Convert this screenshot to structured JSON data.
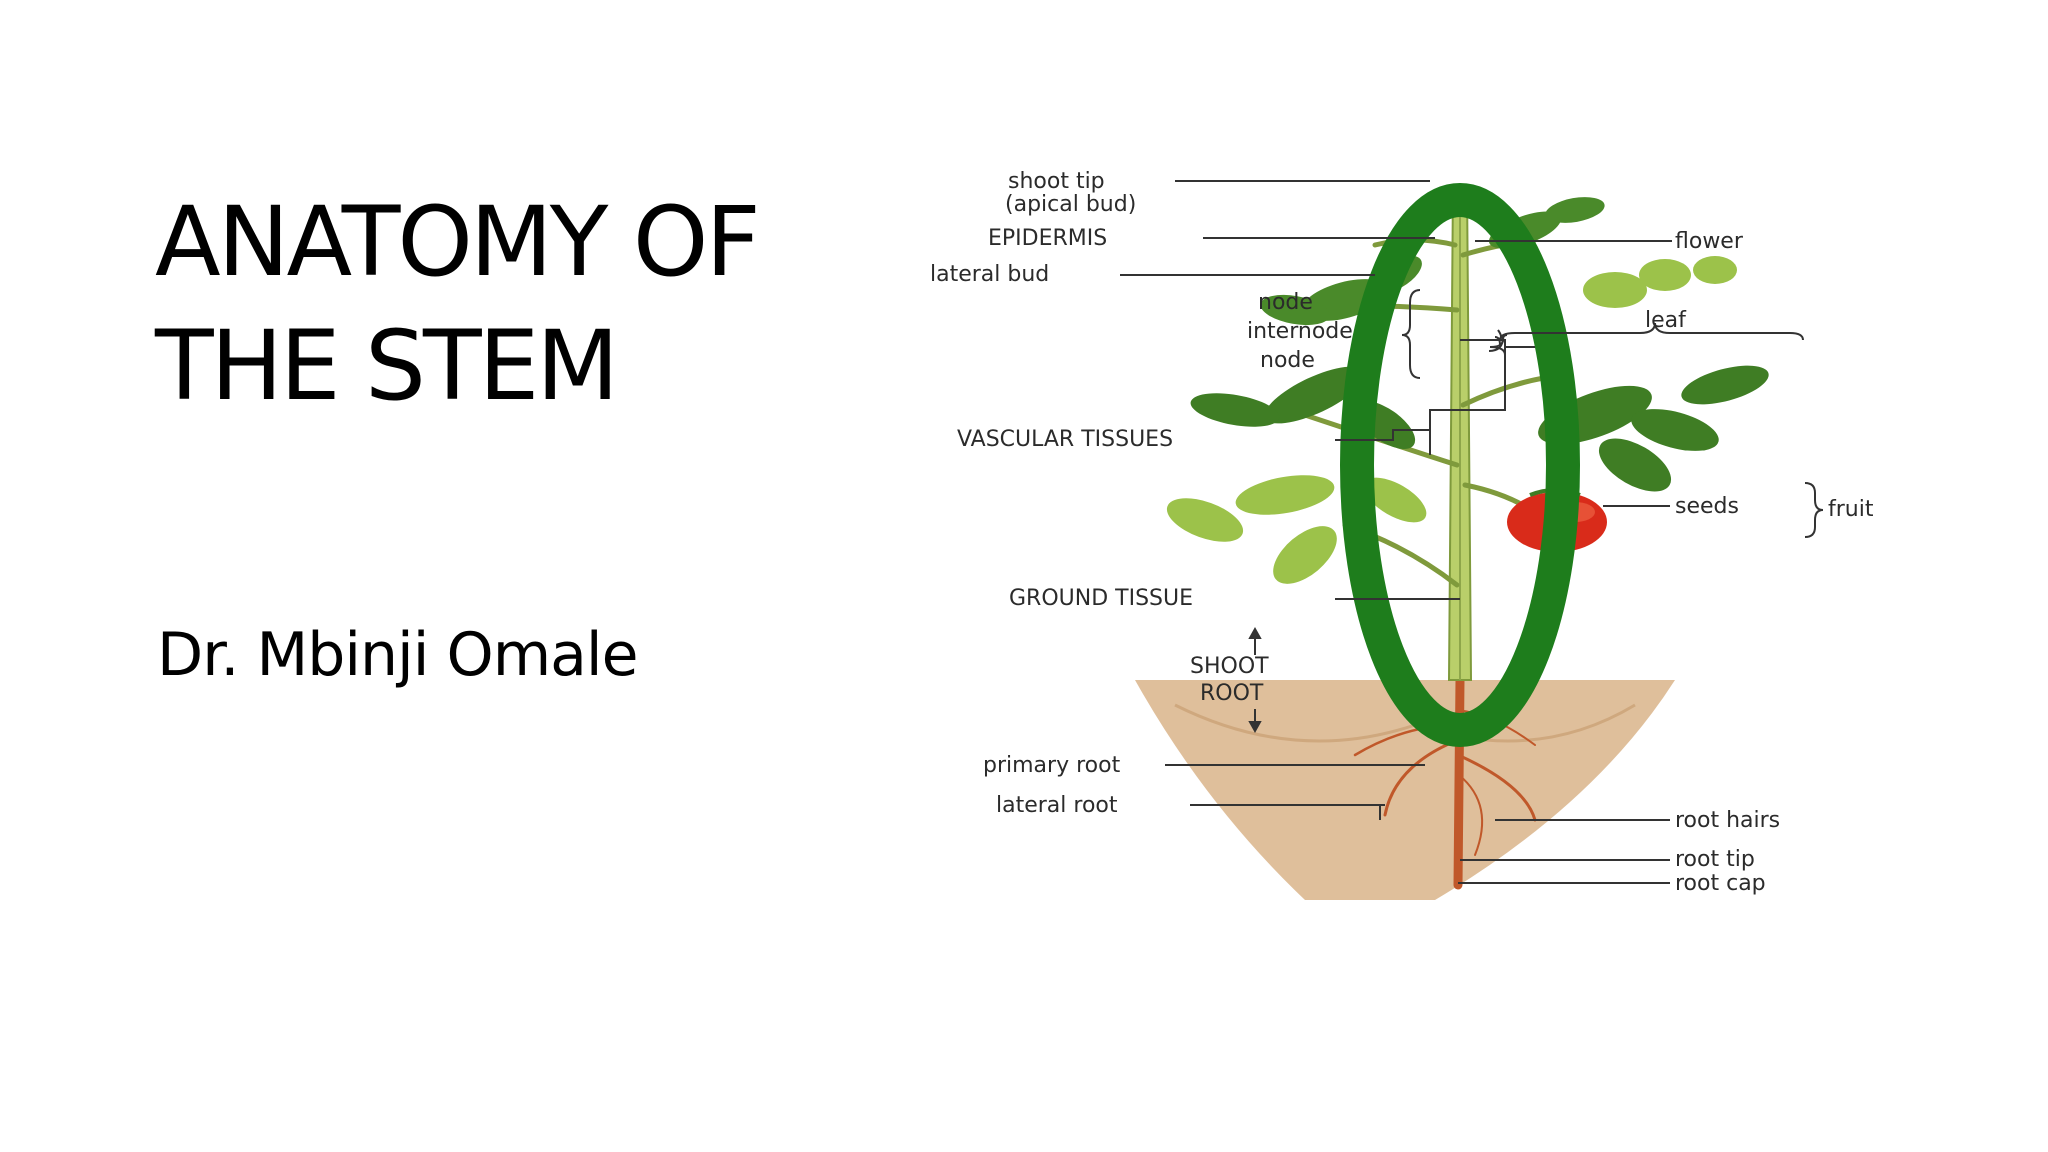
{
  "slide": {
    "title_line1": "ANATOMY OF",
    "title_line2": "THE STEM",
    "subtitle": "Dr. Mbinji Omale"
  },
  "diagram": {
    "labels": {
      "shoot_tip": "shoot tip",
      "apical_bud": "(apical bud)",
      "epidermis": "EPIDERMIS",
      "lateral_bud": "lateral bud",
      "node_upper": "node",
      "internode": "internode",
      "node_lower": "node",
      "vascular_tissues": "VASCULAR TISSUES",
      "ground_tissue": "GROUND TISSUE",
      "shoot": "SHOOT",
      "root": "ROOT",
      "primary_root": "primary root",
      "lateral_root": "lateral root",
      "flower": "flower",
      "leaf": "leaf",
      "seeds": "seeds",
      "fruit": "fruit",
      "root_hairs": "root hairs",
      "root_tip": "root tip",
      "root_cap": "root cap"
    },
    "colors": {
      "highlight_ring": "#1e7d1c",
      "leaf": "#4a8a2a",
      "leaf_light": "#9cc24a",
      "stem": "#b9cf6a",
      "fruit": "#d92b1a",
      "soil": "#d9b48a",
      "root": "#c0582a"
    }
  }
}
